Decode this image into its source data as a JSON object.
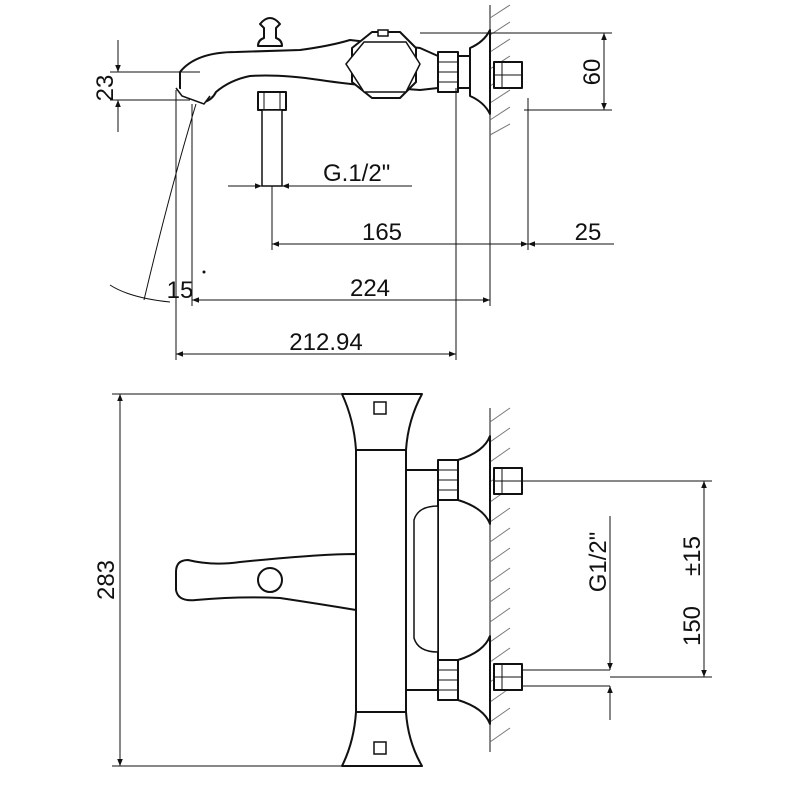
{
  "colors": {
    "line": "#111111",
    "hatch": "#777777",
    "background": "#ffffff"
  },
  "dimensions": {
    "d23": "23",
    "d60": "60",
    "g12_top": "G.1/2\"",
    "d165": "165",
    "d25": "25",
    "d15": "15",
    "d224": "224",
    "d212": "212.94",
    "d283": "283",
    "g12_side": "G1/2\"",
    "d150": "150",
    "d_tol": "±15"
  }
}
